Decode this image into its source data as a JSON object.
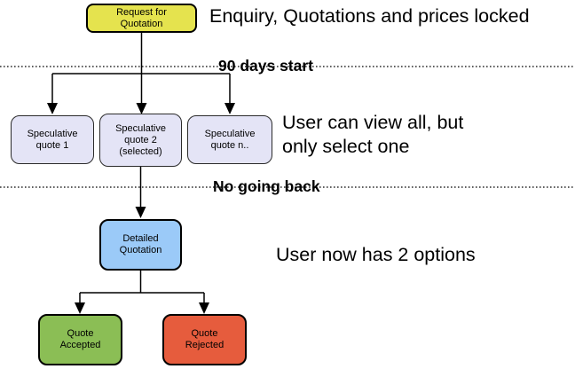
{
  "diagram": {
    "nodes": {
      "request": {
        "label": "Request for\nQuotation",
        "color": "#E5E34E"
      },
      "spec1": {
        "label": "Speculative\nquote 1",
        "color": "#E4E4F6"
      },
      "spec2": {
        "label": "Speculative\nquote 2\n(selected)",
        "color": "#E4E4F6"
      },
      "specn": {
        "label": "Speculative\nquote n..",
        "color": "#E4E4F6"
      },
      "detailed": {
        "label": "Detailed\nQuotation",
        "color": "#9BCAF8"
      },
      "accepted": {
        "label": "Quote\nAccepted",
        "color": "#8BBE55"
      },
      "rejected": {
        "label": "Quote\nRejected",
        "color": "#E65C3D"
      }
    },
    "annotations": {
      "top": "Enquiry, Quotations and prices locked",
      "middle": "User can view all, but\nonly select one",
      "bottom": "User now has 2 options"
    },
    "separators": {
      "first": "90 days start",
      "second": "No going back"
    },
    "connector_color": "#000000"
  }
}
